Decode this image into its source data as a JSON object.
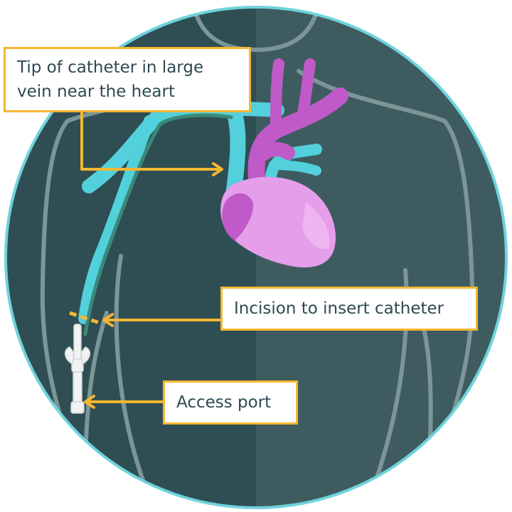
{
  "labels": {
    "catheter_tip": [
      "Tip of catheter in large",
      "vein near the heart"
    ],
    "incision": "Incision to insert catheter",
    "access_port": "Access port"
  },
  "colors": {
    "background": "#3e5c60",
    "background_dark": "#2f4e53",
    "ring": "#6fd3dc",
    "body_outline": "#7d9599",
    "vein": "#52d0dc",
    "artery": "#c05ac8",
    "heart": "#e59ee9",
    "callout_border": "#f4b731",
    "callout_text": "#2c4a52",
    "catheter": "#3a8a78",
    "port": "#f2f2f2"
  }
}
